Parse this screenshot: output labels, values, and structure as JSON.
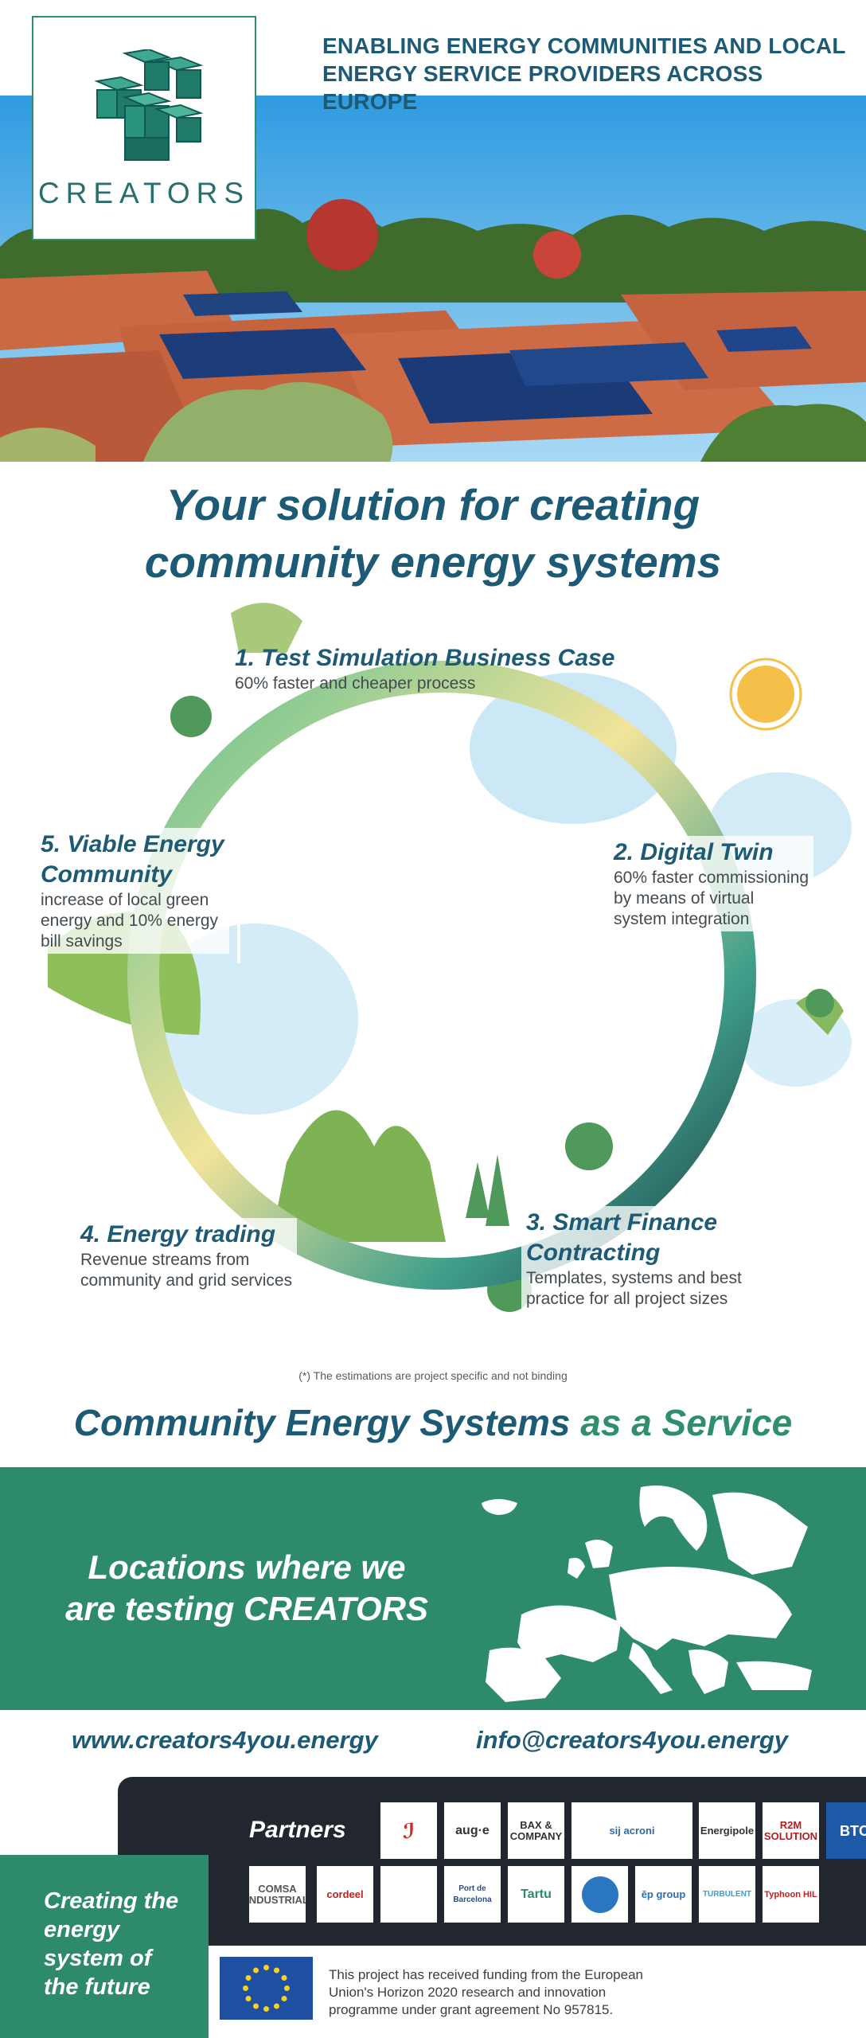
{
  "header": {
    "tagline_line1": "ENABLING ENERGY COMMUNITIES AND LOCAL",
    "tagline_line2": "ENERGY SERVICE PROVIDERS ACROSS EUROPE",
    "logo_text": "CREATORS"
  },
  "title": {
    "line1": "Your solution for creating",
    "line2": "community energy systems"
  },
  "steps": [
    {
      "title": "1. Test Simulation Business Case",
      "desc": [
        "60% faster and cheaper process"
      ]
    },
    {
      "title_lines": [
        "2. Digital Twin"
      ],
      "desc": [
        "60% faster commissioning",
        "by means of virtual",
        "system integration"
      ]
    },
    {
      "title_lines": [
        "3. Smart Finance",
        "Contracting"
      ],
      "desc": [
        "Templates, systems and best",
        "practice for all project sizes"
      ]
    },
    {
      "title_lines": [
        "4. Energy trading"
      ],
      "desc": [
        "Revenue streams from",
        "community and grid services"
      ]
    },
    {
      "title_lines": [
        "5. Viable Energy",
        "Community"
      ],
      "desc": [
        "increase of local green",
        "energy and 10% energy",
        "bill savings"
      ]
    }
  ],
  "disclaimer": "(*) The estimations are project specific and not binding",
  "service": {
    "part1": "Community Energy Systems",
    "part2": "as a Service"
  },
  "locations": {
    "line1": "Locations where we",
    "line2": "are testing CREATORS"
  },
  "contact": {
    "website": "www.creators4you.energy",
    "email": "info@creators4you.energy"
  },
  "partners": {
    "label": "Partners",
    "row1": [
      "",
      "aug·e",
      "BAX & COMPANY",
      "sij acroni",
      "Energipole",
      "R2M SOLUTION",
      "BTC"
    ],
    "row2": [
      "COMSA INDUSTRIAL",
      "cordeel",
      "",
      "Port de Barcelona",
      "Tartu",
      "",
      "ēp group",
      "TURBULENT",
      "Typhoon HIL"
    ]
  },
  "future": [
    "Creating the",
    "energy",
    "system of",
    "the future"
  ],
  "eu": {
    "line1": "This project has received funding from the European",
    "line2": "Union's Horizon 2020 research and innovation",
    "line3": "programme under grant agreement No 957815."
  },
  "colors": {
    "navy": "#1c5a75",
    "green": "#2e8a6c",
    "dark": "#22262e"
  }
}
